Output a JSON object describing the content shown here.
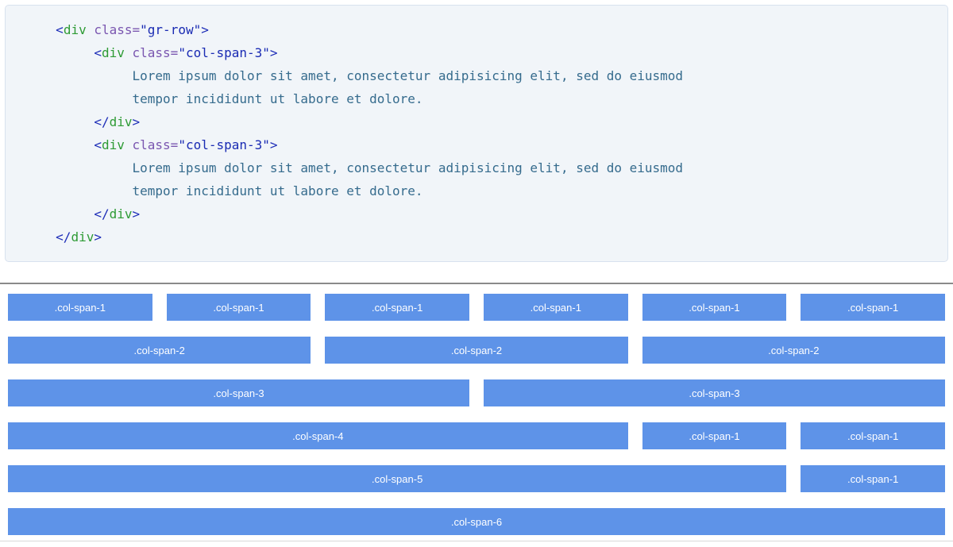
{
  "colors": {
    "code-bg": "#f1f5f9",
    "code-border": "#d8e2ee",
    "tag": "#2e9b35",
    "attr": "#7a56b0",
    "str": "#1a2bb3",
    "punct": "#1e2eb8",
    "text": "#356b8d",
    "box-blue": "#5e93e8",
    "box-label": "#ffffff",
    "divider": "#8a8a8a",
    "bottom-line": "#d9d9d9"
  },
  "code_block": {
    "language": "html",
    "lines": [
      {
        "indent": 5,
        "tokens": [
          [
            "p",
            "<"
          ],
          [
            "t",
            "div"
          ],
          [
            "x",
            " "
          ],
          [
            "a",
            "class="
          ],
          [
            "s",
            "\"gr-row\""
          ],
          [
            "p",
            ">"
          ]
        ]
      },
      {
        "indent": 10,
        "tokens": [
          [
            "p",
            "<"
          ],
          [
            "t",
            "div"
          ],
          [
            "x",
            " "
          ],
          [
            "a",
            "class="
          ],
          [
            "s",
            "\"col-span-3\""
          ],
          [
            "p",
            ">"
          ]
        ]
      },
      {
        "indent": 15,
        "tokens": [
          [
            "x",
            "Lorem ipsum dolor sit amet, consectetur adipisicing elit, sed do eiusmod"
          ]
        ]
      },
      {
        "indent": 15,
        "tokens": [
          [
            "x",
            "tempor incididunt ut labore et dolore."
          ]
        ]
      },
      {
        "indent": 10,
        "tokens": [
          [
            "p",
            "</"
          ],
          [
            "t",
            "div"
          ],
          [
            "p",
            ">"
          ]
        ]
      },
      {
        "indent": 10,
        "tokens": [
          [
            "p",
            "<"
          ],
          [
            "t",
            "div"
          ],
          [
            "x",
            " "
          ],
          [
            "a",
            "class="
          ],
          [
            "s",
            "\"col-span-3\""
          ],
          [
            "p",
            ">"
          ]
        ]
      },
      {
        "indent": 15,
        "tokens": [
          [
            "x",
            "Lorem ipsum dolor sit amet, consectetur adipisicing elit, sed do eiusmod"
          ]
        ]
      },
      {
        "indent": 15,
        "tokens": [
          [
            "x",
            "tempor incididunt ut labore et dolore."
          ]
        ]
      },
      {
        "indent": 10,
        "tokens": [
          [
            "p",
            "</"
          ],
          [
            "t",
            "div"
          ],
          [
            "p",
            ">"
          ]
        ]
      },
      {
        "indent": 5,
        "tokens": [
          [
            "p",
            "</"
          ],
          [
            "t",
            "div"
          ],
          [
            "p",
            ">"
          ]
        ]
      }
    ]
  },
  "grid_demo": {
    "rows": [
      {
        "boxes": [
          {
            "span": 1,
            "label": ".col-span-1"
          },
          {
            "span": 1,
            "label": ".col-span-1"
          },
          {
            "span": 1,
            "label": ".col-span-1"
          },
          {
            "span": 1,
            "label": ".col-span-1"
          },
          {
            "span": 1,
            "label": ".col-span-1"
          },
          {
            "span": 1,
            "label": ".col-span-1"
          }
        ]
      },
      {
        "boxes": [
          {
            "span": 2,
            "label": ".col-span-2"
          },
          {
            "span": 2,
            "label": ".col-span-2"
          },
          {
            "span": 2,
            "label": ".col-span-2"
          }
        ]
      },
      {
        "boxes": [
          {
            "span": 3,
            "label": ".col-span-3"
          },
          {
            "span": 3,
            "label": ".col-span-3"
          }
        ]
      },
      {
        "boxes": [
          {
            "span": 4,
            "label": ".col-span-4"
          },
          {
            "span": 1,
            "label": ".col-span-1"
          },
          {
            "span": 1,
            "label": ".col-span-1"
          }
        ]
      },
      {
        "boxes": [
          {
            "span": 5,
            "label": ".col-span-5"
          },
          {
            "span": 1,
            "label": ".col-span-1"
          }
        ]
      },
      {
        "boxes": [
          {
            "span": 6,
            "label": ".col-span-6"
          }
        ]
      }
    ]
  }
}
